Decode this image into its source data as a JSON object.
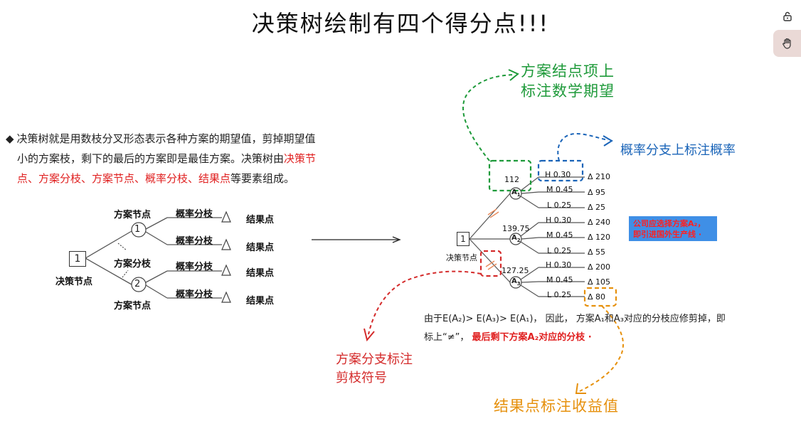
{
  "title": "决策树绘制有四个得分点!!!",
  "toolbar": {
    "lock_icon": "lock-icon",
    "hand_icon": "hand-icon"
  },
  "intro": {
    "bullet": "◆",
    "text1": "决策树就是用数枝分叉形态表示各种方案的期望值，剪掉期望值",
    "text2": "小的方案枝，剩下的最后的方案即是最佳方案。决策树由",
    "red1": "决策节",
    "red2": "点、方案分枝、方案节点、概率分枝、结果点",
    "text3": "等要素组成。"
  },
  "left_tree": {
    "decision_id": "1",
    "decision_label": "决策节点",
    "option_node_1": "1",
    "option_node_2": "2",
    "plan_node_top": "方案节点",
    "plan_node_bottom": "方案节点",
    "plan_branch": "方案分枝",
    "prob_branch": "概率分枝",
    "result": "结果点"
  },
  "right_tree": {
    "decision_id": "1",
    "decision_label": "决策节点",
    "nodes": [
      {
        "label": "A",
        "sub": "1",
        "ev": "112"
      },
      {
        "label": "A",
        "sub": "2",
        "ev": "139.75"
      },
      {
        "label": "A",
        "sub": "3",
        "ev": "127.25"
      }
    ],
    "branches": [
      {
        "p": "H  0.30",
        "v": "210"
      },
      {
        "p": "M  0.45",
        "v": "95"
      },
      {
        "p": "L  0.25",
        "v": "25"
      },
      {
        "p": "H  0.30",
        "v": "240"
      },
      {
        "p": "M  0.45",
        "v": "120"
      },
      {
        "p": "L  0.25",
        "v": "55"
      },
      {
        "p": "H  0.30",
        "v": "200"
      },
      {
        "p": "M  0.45",
        "v": "105"
      },
      {
        "p": "L  0.25",
        "v": "80"
      }
    ],
    "result_symbol": "Δ"
  },
  "callout": {
    "line1": "公司应选择方案A₂，",
    "line2": "即引进国外生产线 ·"
  },
  "conclusion": {
    "line1": "由于E(A₂)> E(A₃)> E(A₁)， 因此， 方案A₁和A₃对应的分枝应修剪掉，即",
    "line2a": "标上“≠”，",
    "line2b": "最后剩下方案A₂对应的分枝 ·"
  },
  "annotations": {
    "green1": "方案结点项上",
    "green2": "标注数学期望",
    "blue": "概率分支上标注概率",
    "red1": "方案分支标注",
    "red2": "剪枝符号",
    "orange": "结果点标注收益值"
  },
  "colors": {
    "green": "#1e9a3a",
    "blue": "#1a64b8",
    "red": "#d42b2b",
    "orange": "#e6900c",
    "callout_bg": "#3f8fe6"
  }
}
